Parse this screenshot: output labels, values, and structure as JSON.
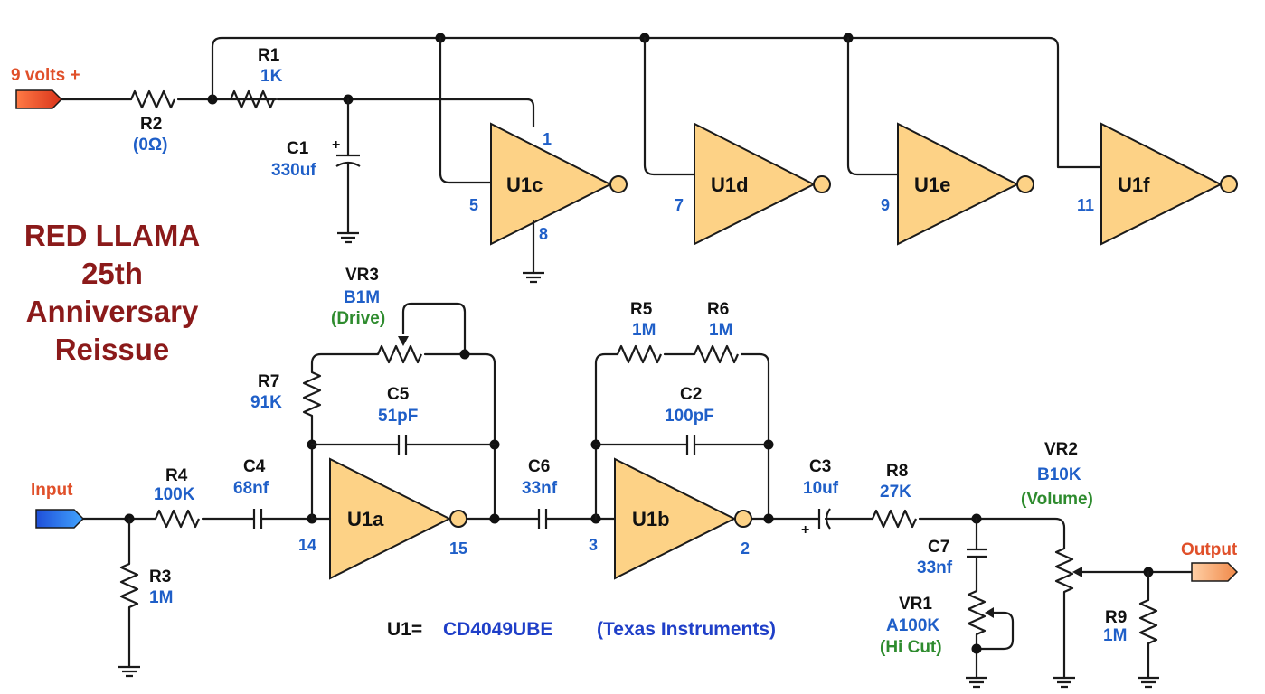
{
  "title": {
    "line1": "RED LLAMA",
    "line2": "25th",
    "line3": "Anniversary",
    "line4": "Reissue"
  },
  "ports": {
    "power": "9 volts +",
    "input": "Input",
    "output": "Output"
  },
  "gates": {
    "u1a": {
      "name": "U1a",
      "pin_in": "14",
      "pin_out": "15"
    },
    "u1b": {
      "name": "U1b",
      "pin_in": "3",
      "pin_out": "2"
    },
    "u1c": {
      "name": "U1c",
      "pin_in": "5",
      "pin_vdd": "1",
      "pin_gnd": "8"
    },
    "u1d": {
      "name": "U1d",
      "pin_in": "7"
    },
    "u1e": {
      "name": "U1e",
      "pin_in": "9"
    },
    "u1f": {
      "name": "U1f",
      "pin_in": "11"
    }
  },
  "components": {
    "r1": {
      "ref": "R1",
      "value": "1K"
    },
    "r2": {
      "ref": "R2",
      "value": "(0Ω)"
    },
    "r3": {
      "ref": "R3",
      "value": "1M"
    },
    "r4": {
      "ref": "R4",
      "value": "100K"
    },
    "r5": {
      "ref": "R5",
      "value": "1M"
    },
    "r6": {
      "ref": "R6",
      "value": "1M"
    },
    "r7": {
      "ref": "R7",
      "value": "91K"
    },
    "r8": {
      "ref": "R8",
      "value": "27K"
    },
    "r9": {
      "ref": "R9",
      "value": "1M"
    },
    "c1": {
      "ref": "C1",
      "value": "330uf"
    },
    "c2": {
      "ref": "C2",
      "value": "100pF"
    },
    "c3": {
      "ref": "C3",
      "value": "10uf"
    },
    "c4": {
      "ref": "C4",
      "value": "68nf"
    },
    "c5": {
      "ref": "C5",
      "value": "51pF"
    },
    "c6": {
      "ref": "C6",
      "value": "33nf"
    },
    "c7": {
      "ref": "C7",
      "value": "33nf"
    },
    "vr1": {
      "ref": "VR1",
      "value": "A100K",
      "label": "(Hi Cut)"
    },
    "vr2": {
      "ref": "VR2",
      "value": "B10K",
      "label": "(Volume)"
    },
    "vr3": {
      "ref": "VR3",
      "value": "B1M",
      "label": "(Drive)"
    }
  },
  "polarity_mark": "+",
  "note": {
    "prefix": "U1=",
    "part": "CD4049UBE",
    "maker": "(Texas Instruments)"
  },
  "colors": {
    "gate_fill": "#fdd286",
    "value_text": "#1f5fc8",
    "title_text": "#8b1a1a",
    "port_text": "#e0502a",
    "knob_label": "#2e8b2e"
  }
}
